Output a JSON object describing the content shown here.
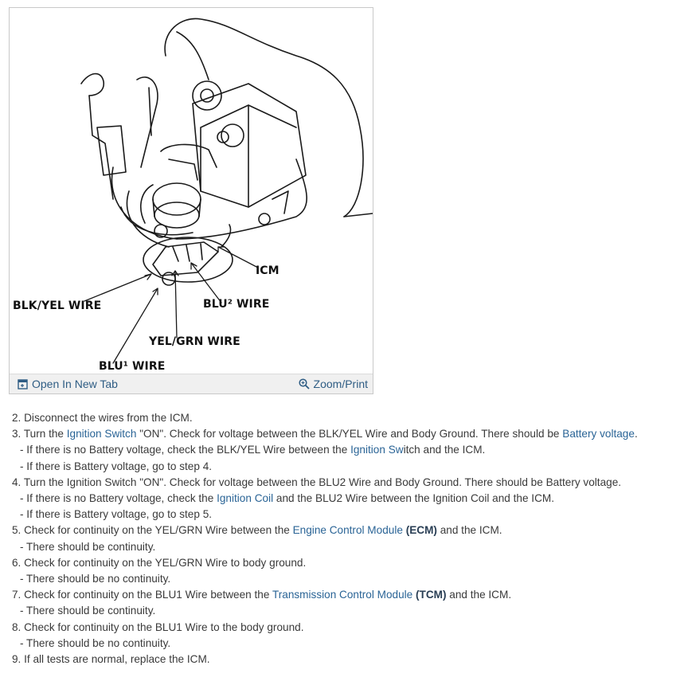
{
  "figure": {
    "labels": {
      "icm": "ICM",
      "blk_yel": "BLK/YEL WIRE",
      "blu2": "BLU² WIRE",
      "yel_grn": "YEL/GRN WIRE",
      "blu1": "BLU¹ WIRE"
    },
    "toolbar": {
      "open_new_tab": "Open In New Tab",
      "zoom_print": "Zoom/Print",
      "open_icon": "open-new-tab-icon",
      "zoom_icon": "zoom-icon"
    }
  },
  "steps": {
    "s2": "2. Disconnect the wires from the ICM.",
    "s3": {
      "a": "3. Turn the ",
      "link1": "Ignition Switch",
      "b": " \"ON\". Check for voltage between the BLK/YEL Wire and Body Ground. There should be ",
      "link2": "Battery voltage",
      "c": "."
    },
    "s3_sub1": {
      "a": "-  If there is no Battery voltage, check the BLK/YEL Wire between the ",
      "link": "Ignition Sw",
      "b": "itch and the ICM."
    },
    "s3_sub2": "-  If there is Battery voltage, go to step 4.",
    "s4": "4. Turn the Ignition Switch \"ON\". Check for voltage between the BLU2 Wire and Body Ground. There should be Battery voltage.",
    "s4_sub1": {
      "a": "-  If there is no Battery voltage, check the ",
      "link": "Ignition Coil",
      "b": " and the BLU2 Wire between the Ignition Coil and the ICM."
    },
    "s4_sub2": "-  If there is Battery voltage, go to step 5.",
    "s5": {
      "a": "5. Check for continuity on the YEL/GRN Wire between the ",
      "link": "Engine Control Module",
      "abbr": "(ECM)",
      "b": " and the ICM."
    },
    "s5_sub": "-  There should be continuity.",
    "s6": "6. Check for continuity on the YEL/GRN Wire to body ground.",
    "s6_sub": "-  There should be no continuity.",
    "s7": {
      "a": "7. Check for continuity on the BLU1 Wire between the ",
      "link": "Transmission Control Module",
      "abbr": "(TCM)",
      "b": " and the ICM."
    },
    "s7_sub": "-  There should be continuity.",
    "s8": "8. Check for continuity on the BLU1 Wire to the body ground.",
    "s8_sub": "-  There should be no continuity.",
    "s9": "9. If all tests are normal, replace the ICM."
  },
  "colors": {
    "link": "#2a6496",
    "text": "#3a3a3a",
    "toolbar_bg": "#f0f0f0"
  }
}
